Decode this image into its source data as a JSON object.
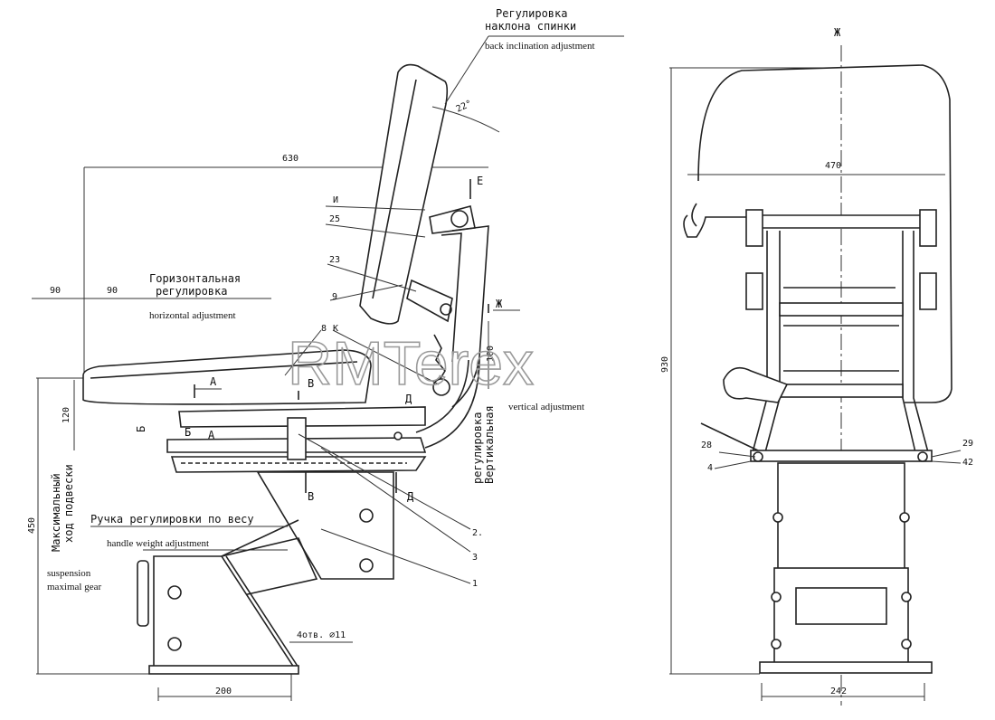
{
  "labels": {
    "back_ru_1": "Регулировка",
    "back_ru_2": "наклона спинки",
    "back_en": "back inclination adjustment",
    "horiz_ru_1": "Горизонтальная",
    "horiz_ru_2": "регулировка",
    "horiz_en": "horizontal adjustment",
    "vert_ru_1": "Вертикальная",
    "vert_ru_2": "регулировка",
    "vert_en": "vertical adjustment",
    "susp_ru_1": "Максимальный",
    "susp_ru_2": "ход подвески",
    "susp_en_1": "suspension",
    "susp_en_2": "maximal gear",
    "weight_ru": "Ручка регулировки по весу",
    "weight_en": "handle weight adjustment",
    "holes": "4отв. ⌀11"
  },
  "dimensions": {
    "d630": "630",
    "d90a": "90",
    "d90b": "90",
    "d22": "22°",
    "d120": "120",
    "d100": "100",
    "d450": "450",
    "d200": "200",
    "d470": "470",
    "d930": "930",
    "d242": "242"
  },
  "parts": {
    "p1": "1",
    "p2": "2.",
    "p3": "3",
    "p4": "4",
    "p8": "8",
    "p9": "9",
    "p23": "23",
    "p25": "25",
    "p28": "28",
    "p29": "29",
    "p42": "42"
  },
  "section_marks": {
    "A": "А",
    "B": "В",
    "V": "Б",
    "D": "Д",
    "E": "Е",
    "Zh": "Ж",
    "I": "И",
    "K": "К"
  },
  "watermark": "RMTerex"
}
